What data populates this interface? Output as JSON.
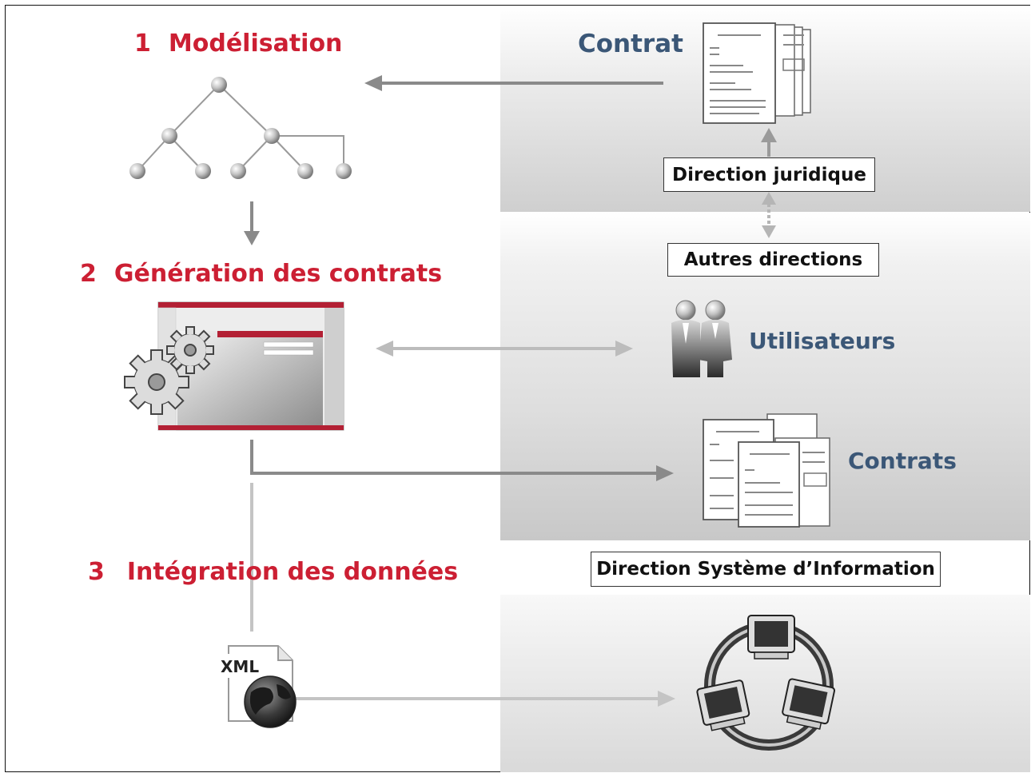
{
  "steps": {
    "s1": {
      "num": "1",
      "label": "Modélisation"
    },
    "s2": {
      "num": "2",
      "label": "Génération des contrats"
    },
    "s3": {
      "num": "3",
      "label": "Intégration des données"
    }
  },
  "labels": {
    "contrat": "Contrat",
    "utilisateurs": "Utilisateurs",
    "contrats": "Contrats",
    "xml": "XML"
  },
  "boxes": {
    "direction_juridique": "Direction juridique",
    "autres_directions": "Autres directions",
    "direction_si": "Direction Système d’Information"
  },
  "colors": {
    "step_red": "#cc1f33",
    "label_blue": "#3b5777",
    "arrow_gray": "#8a8a8a",
    "light_arrow_gray": "#bcbcbc"
  },
  "icons": [
    "tree-icon",
    "contract-document-icon",
    "gears-icon",
    "software-screenshot-icon",
    "users-icon",
    "contracts-stack-icon",
    "xml-file-globe-icon",
    "network-computers-icon"
  ]
}
